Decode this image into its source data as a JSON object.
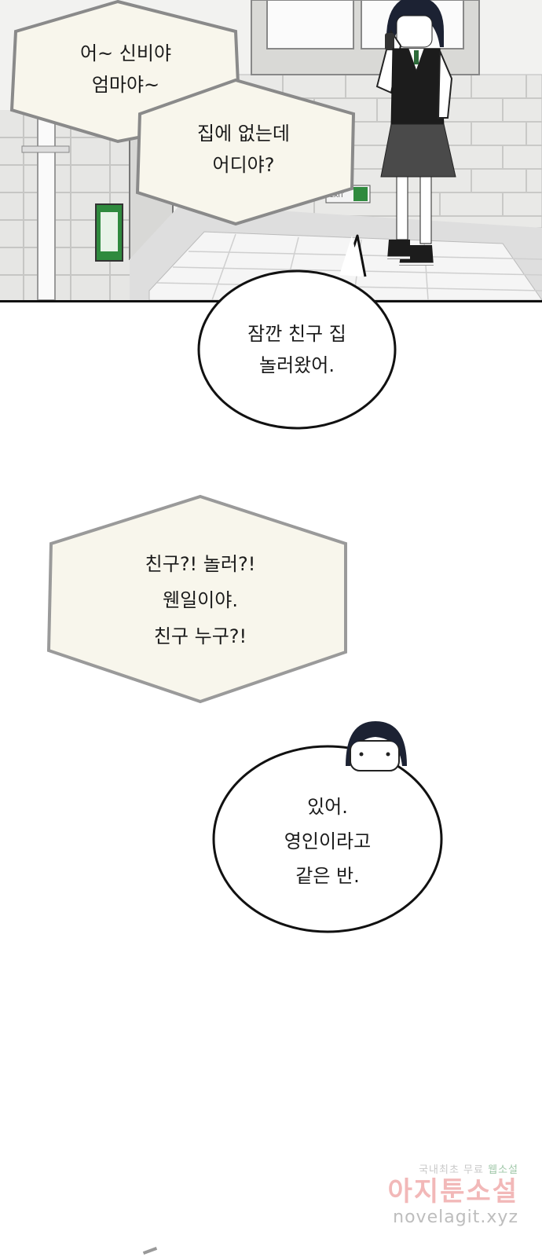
{
  "comic": {
    "bubbles": [
      {
        "id": "mom-greeting",
        "lines": "어~ 신비야\n엄마야~"
      },
      {
        "id": "mom-question",
        "lines": "집에 없는데\n어디야?"
      },
      {
        "id": "girl-reply-1",
        "lines": "잠깐 친구 집\n놀러왔어."
      },
      {
        "id": "mom-surprised",
        "lines": "친구?! 놀러?!\n웬일이야.\n친구 누구?!"
      },
      {
        "id": "girl-reply-2",
        "lines": "있어.\n영인이라고\n같은 반."
      }
    ],
    "exit_sign_text": "EXIT"
  },
  "watermark": {
    "line1_prefix": "국내최초 무료",
    "line1_accent": "웹소설",
    "line2": "아지툰소설",
    "line3": "novelagit.xyz"
  },
  "colors": {
    "bubble_cream": "#f8f6ec",
    "bubble_white": "#ffffff",
    "ink": "#111111",
    "hair": "#1c2233",
    "exit_green": "#2f8a3e"
  }
}
